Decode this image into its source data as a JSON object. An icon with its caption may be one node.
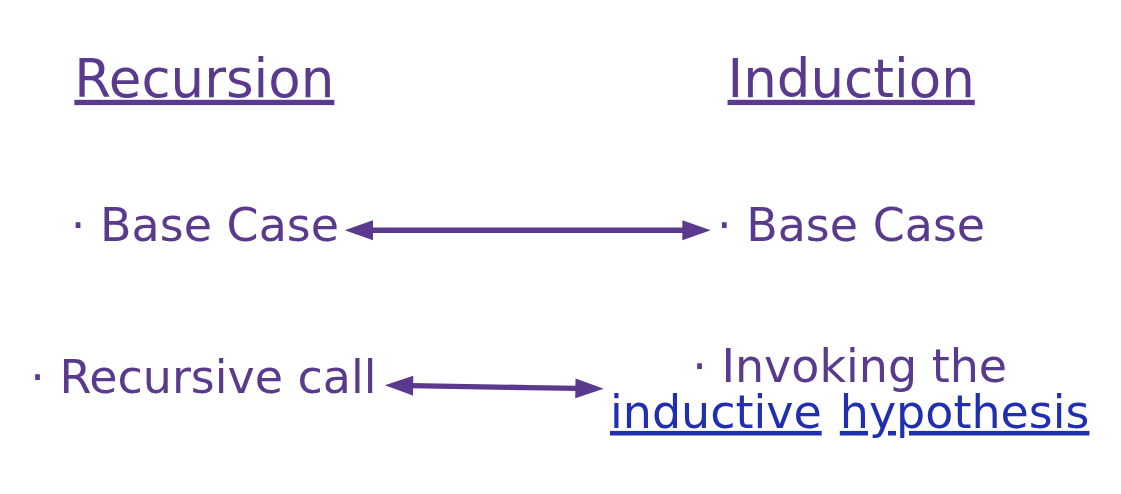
{
  "diagram": {
    "nodes": [
      {
        "text": [
          "· Base Case"
        ]
      },
      {
        "text": [
          "· Base Case"
        ]
      },
      {
        "text": [
          "· Recursive call"
        ]
      },
      {
        "text": [
          "· Invoking the",
          "inductive hypothesis"
        ]
      }
    ],
    "edges": [
      {
        "from": 0,
        "to": 1,
        "arrow": "both"
      },
      {
        "from": 2,
        "to": 3,
        "arrow": "both"
      }
    ],
    "labels": [
      "Recursion",
      "Induction"
    ]
  }
}
